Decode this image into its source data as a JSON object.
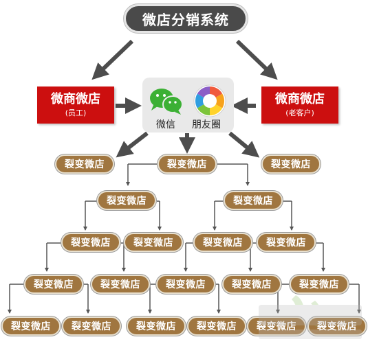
{
  "title": "微店分销系统",
  "left_shop": {
    "name": "微商微店",
    "sub": "(员工)"
  },
  "right_shop": {
    "name": "微商微店",
    "sub": "(老客户)"
  },
  "hub": {
    "wechat_label": "微信",
    "moments_label": "朋友圈"
  },
  "fission_label": "裂变微店",
  "colors": {
    "title_bg": "#4a4a4a",
    "red_box": "#cc0f0f",
    "brown_node": "#a07640",
    "wechat_green": "#3cb034",
    "arrow_gray": "#4d4d4d"
  }
}
